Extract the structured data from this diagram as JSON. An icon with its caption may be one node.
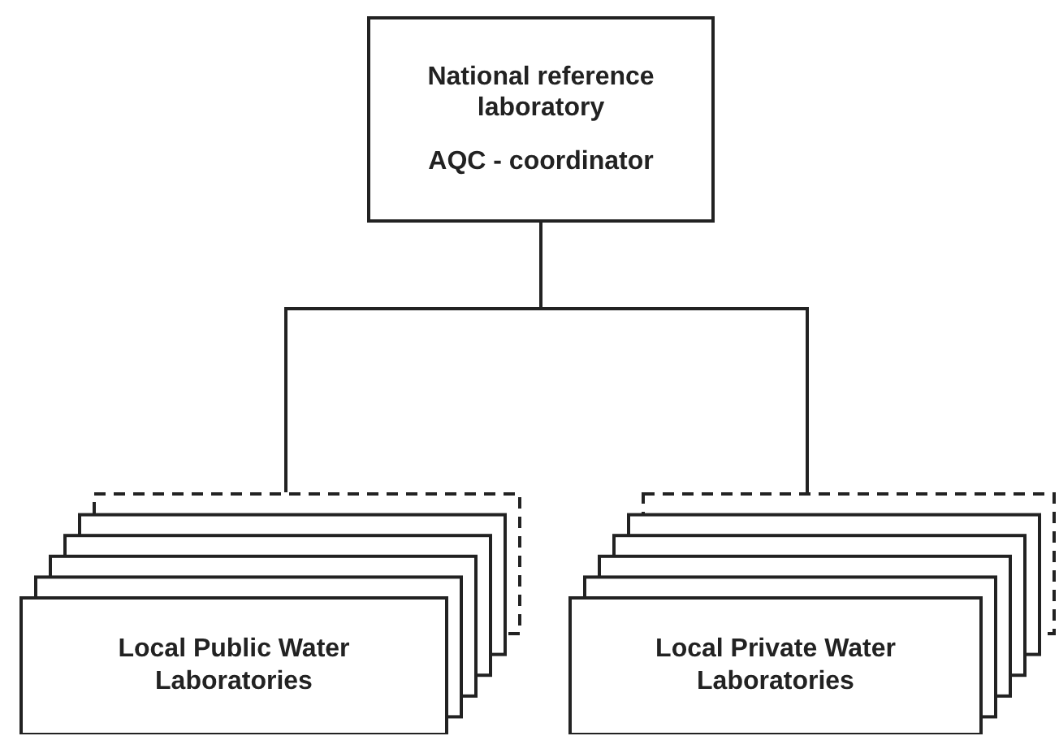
{
  "diagram": {
    "nodes": [
      {
        "text": [
          "National reference laboratory",
          "AQC - coordinator"
        ]
      },
      {
        "text": [
          "Local Public Water Laboratories"
        ]
      },
      {
        "text": [
          "Local Private Water Laboratories"
        ]
      }
    ],
    "edges": [
      {
        "from": 0,
        "to": 1,
        "arrow": "none"
      },
      {
        "from": 0,
        "to": 2,
        "arrow": "none"
      }
    ]
  }
}
